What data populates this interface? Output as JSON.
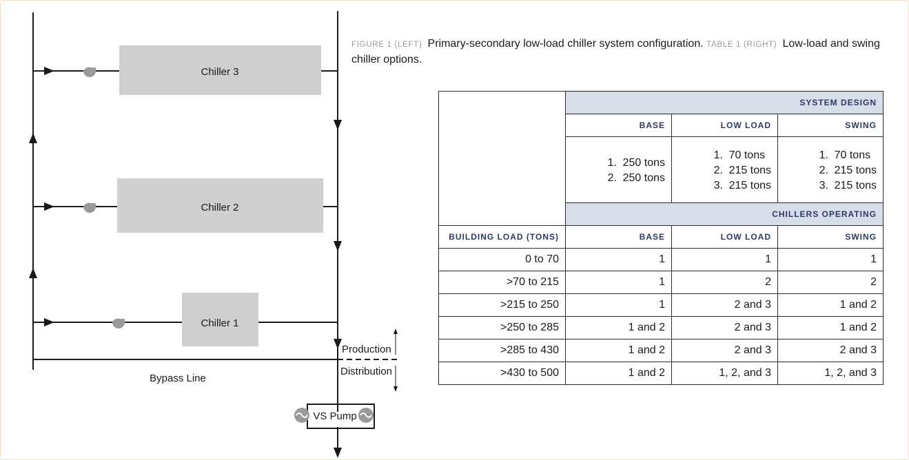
{
  "diagram": {
    "chillers": [
      "Chiller 3",
      "Chiller 2",
      "Chiller 1"
    ],
    "bypass_label": "Bypass Line",
    "production_label": "Production",
    "distribution_label": "Distribution",
    "pump_label": "VS Pump"
  },
  "caption": {
    "figure_label": "FIGURE 1 (LEFT)",
    "figure_text": "Primary-secondary low-load chiller system configuration.",
    "table_label": "TABLE 1 (RIGHT)",
    "table_text": "Low-load and swing chiller options."
  },
  "table": {
    "system_design_header": "SYSTEM DESIGN",
    "design_columns": [
      "BASE",
      "LOW LOAD",
      "SWING"
    ],
    "capacities": {
      "base": [
        {
          "n": "1.",
          "v": "250 tons"
        },
        {
          "n": "2.",
          "v": "250 tons"
        }
      ],
      "low_load": [
        {
          "n": "1.",
          "v": "70 tons"
        },
        {
          "n": "2.",
          "v": "215 tons"
        },
        {
          "n": "3.",
          "v": "215 tons"
        }
      ],
      "swing": [
        {
          "n": "1.",
          "v": "70 tons"
        },
        {
          "n": "2.",
          "v": "215 tons"
        },
        {
          "n": "3.",
          "v": "215 tons"
        }
      ]
    },
    "chillers_operating_header": "CHILLERS OPERATING",
    "load_header": "BUILDING LOAD (TONS)",
    "operating_columns": [
      "BASE",
      "LOW LOAD",
      "SWING"
    ],
    "rows": [
      {
        "load": "0 to 70",
        "base": "1",
        "low_load": "1",
        "swing": "1"
      },
      {
        "load": ">70 to 215",
        "base": "1",
        "low_load": "2",
        "swing": "2"
      },
      {
        "load": ">215 to 250",
        "base": "1",
        "low_load": "2 and 3",
        "swing": "1 and 2"
      },
      {
        "load": ">250 to 285",
        "base": "1 and 2",
        "low_load": "2 and 3",
        "swing": "1 and 2"
      },
      {
        "load": ">285 to 430",
        "base": "1 and 2",
        "low_load": "2 and 3",
        "swing": "2 and 3"
      },
      {
        "load": ">430 to 500",
        "base": "1 and 2",
        "low_load": "1, 2, and 3",
        "swing": "1, 2, and 3"
      }
    ]
  },
  "colors": {
    "line": "#1a1a1a",
    "chiller_fill": "#cfcfcf",
    "pump_fill": "#9a9a9a",
    "band_fill": "#d8dee9",
    "header_text": "#2a3a63",
    "caption_label": "#9a9a9a"
  }
}
